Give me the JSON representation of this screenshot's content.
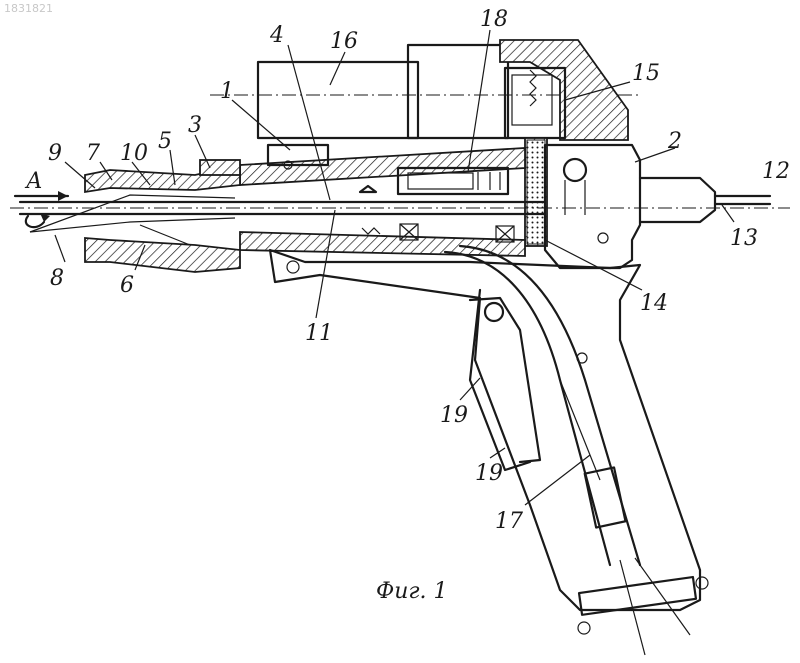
{
  "corner_mark": "1831821",
  "caption": "Фиг. 1",
  "arrow_label": "А",
  "callouts": [
    {
      "id": "16",
      "text": "16"
    },
    {
      "id": "18",
      "text": "18"
    },
    {
      "id": "4",
      "text": "4"
    },
    {
      "id": "1",
      "text": "1"
    },
    {
      "id": "15",
      "text": "15"
    },
    {
      "id": "3",
      "text": "3"
    },
    {
      "id": "9",
      "text": "9"
    },
    {
      "id": "7",
      "text": "7"
    },
    {
      "id": "10",
      "text": "10"
    },
    {
      "id": "5",
      "text": "5"
    },
    {
      "id": "2",
      "text": "2"
    },
    {
      "id": "12",
      "text": "12"
    },
    {
      "id": "13",
      "text": "13"
    },
    {
      "id": "8",
      "text": "8"
    },
    {
      "id": "6",
      "text": "6"
    },
    {
      "id": "11",
      "text": "11"
    },
    {
      "id": "14",
      "text": "14"
    },
    {
      "id": "19a",
      "text": "19"
    },
    {
      "id": "19b",
      "text": "19"
    },
    {
      "id": "17",
      "text": "17"
    }
  ]
}
